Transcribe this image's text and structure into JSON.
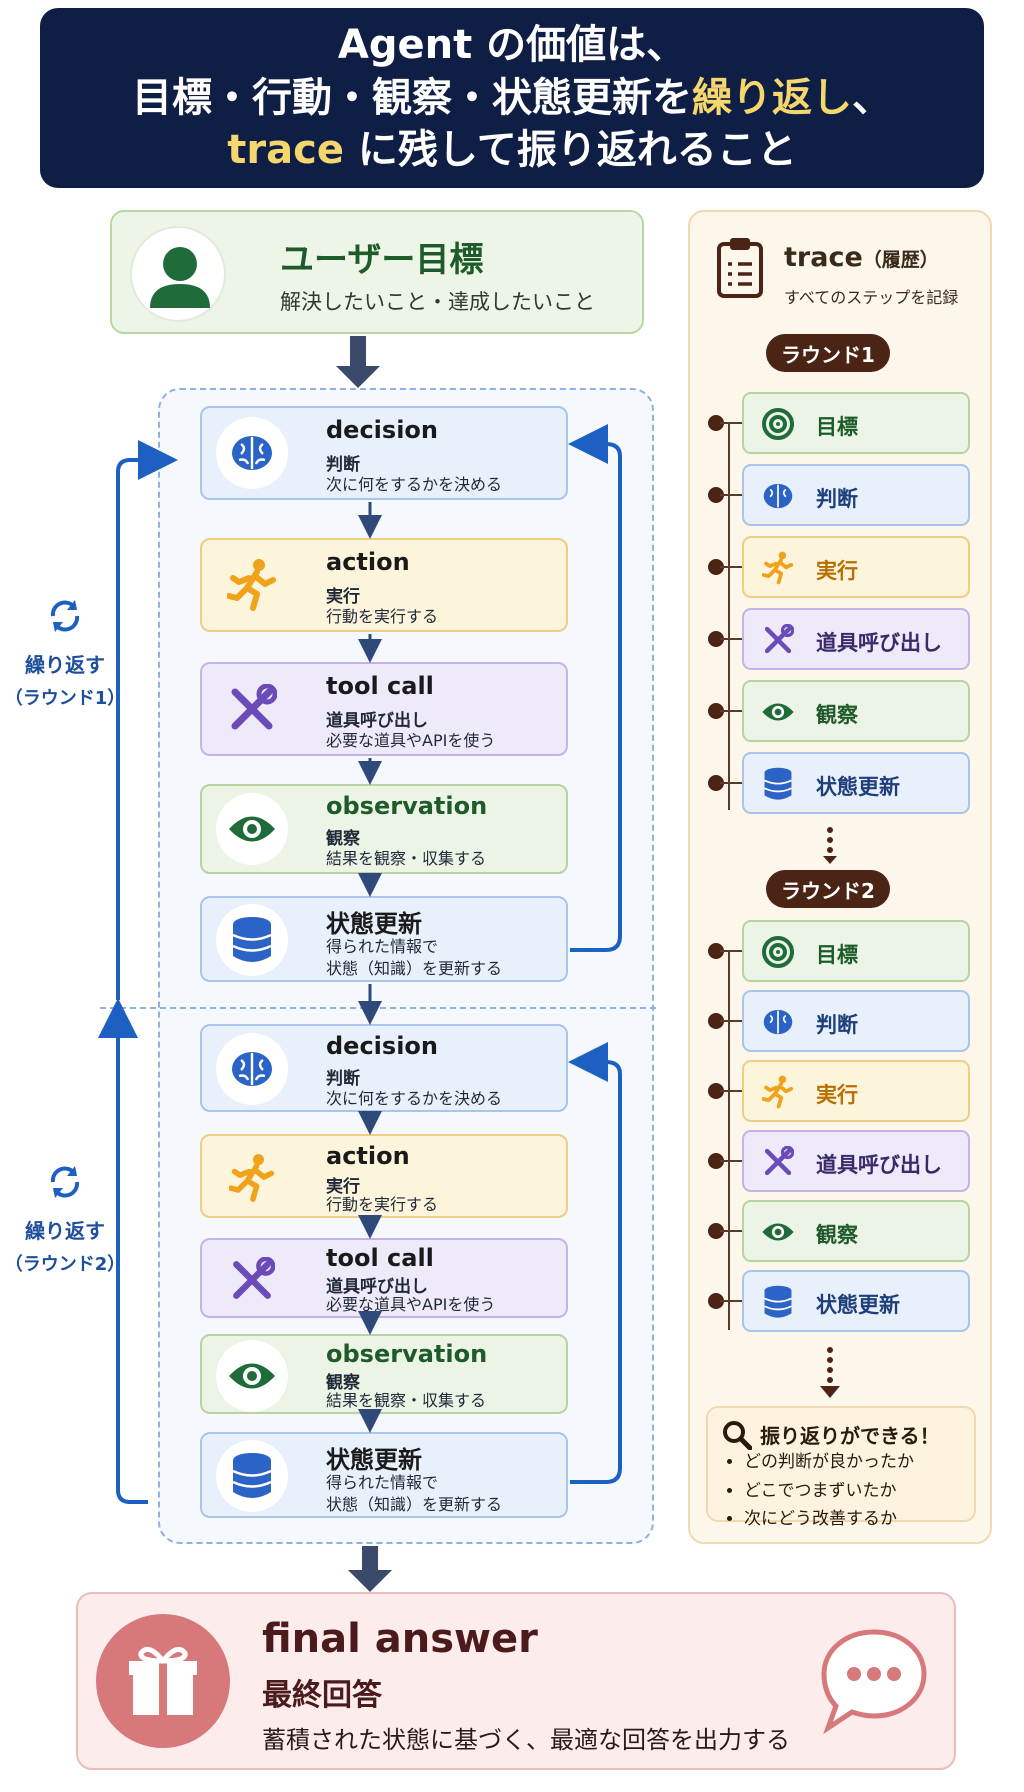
{
  "header": {
    "line1": "Agent の価値は、",
    "line2a": "目標・行動・観察・状態更新を",
    "line2b": "繰り返し",
    "line2c": "、",
    "line3a": "trace",
    "line3b": " に残して振り返れること"
  },
  "goal": {
    "title": "ユーザー目標",
    "subtitle": "解決したいこと・達成したいこと",
    "icon": "user-icon"
  },
  "rounds": [
    {
      "repeat_label": "繰り返す",
      "round_label": "（ラウンド1）",
      "steps": [
        {
          "en": "decision",
          "ja": "判断",
          "desc": "次に何をするかを決める",
          "icon": "brain-icon",
          "color": "#e8f0fb"
        },
        {
          "en": "action",
          "ja": "実行",
          "desc": "行動を実行する",
          "icon": "runner-icon",
          "color": "#fdf4dc"
        },
        {
          "en": "tool call",
          "ja": "道具呼び出し",
          "desc": "必要な道具やAPIを使う",
          "icon": "tools-icon",
          "color": "#efeafa"
        },
        {
          "en": "observation",
          "ja": "観察",
          "desc": "結果を観察・収集する",
          "icon": "eye-icon",
          "color": "#ebf4e5"
        },
        {
          "en": "状態更新",
          "ja": "",
          "desc": "得られた情報で",
          "desc2": "状態（知識）を更新する",
          "icon": "database-icon",
          "color": "#e8f0fb"
        }
      ]
    },
    {
      "repeat_label": "繰り返す",
      "round_label": "（ラウンド2）",
      "steps": [
        {
          "en": "decision",
          "ja": "判断",
          "desc": "次に何をするかを決める",
          "icon": "brain-icon"
        },
        {
          "en": "action",
          "ja": "実行",
          "desc": "行動を実行する",
          "icon": "runner-icon"
        },
        {
          "en": "tool call",
          "ja": "道具呼び出し",
          "desc": "必要な道具やAPIを使う",
          "icon": "tools-icon"
        },
        {
          "en": "observation",
          "ja": "観察",
          "desc": "結果を観察・収集する",
          "icon": "eye-icon"
        },
        {
          "en": "状態更新",
          "ja": "",
          "desc": "得られた情報で",
          "desc2": "状態（知識）を更新する",
          "icon": "database-icon"
        }
      ]
    }
  ],
  "trace": {
    "title": "trace",
    "title_paren": "（履歴）",
    "subtitle": "すべてのステップを記録",
    "round1": "ラウンド1",
    "round2": "ラウンド2",
    "items": [
      "目標",
      "判断",
      "実行",
      "道具呼び出し",
      "観察",
      "状態更新"
    ],
    "reflect_title": "振り返りができる！",
    "reflect_points": [
      "どの判断が良かったか",
      "どこでつまずいたか",
      "次にどう改善するか"
    ]
  },
  "final": {
    "title": "final answer",
    "subtitle": "最終回答",
    "desc": "蓄積された状態に基づく、最適な回答を出力する"
  },
  "colors": {
    "navy": "#0f1e44",
    "highlight": "#f5d76e",
    "arrow_blue": "#1e5fc2",
    "connector": "#3b4a6b",
    "trace_brown": "#4b2416"
  }
}
